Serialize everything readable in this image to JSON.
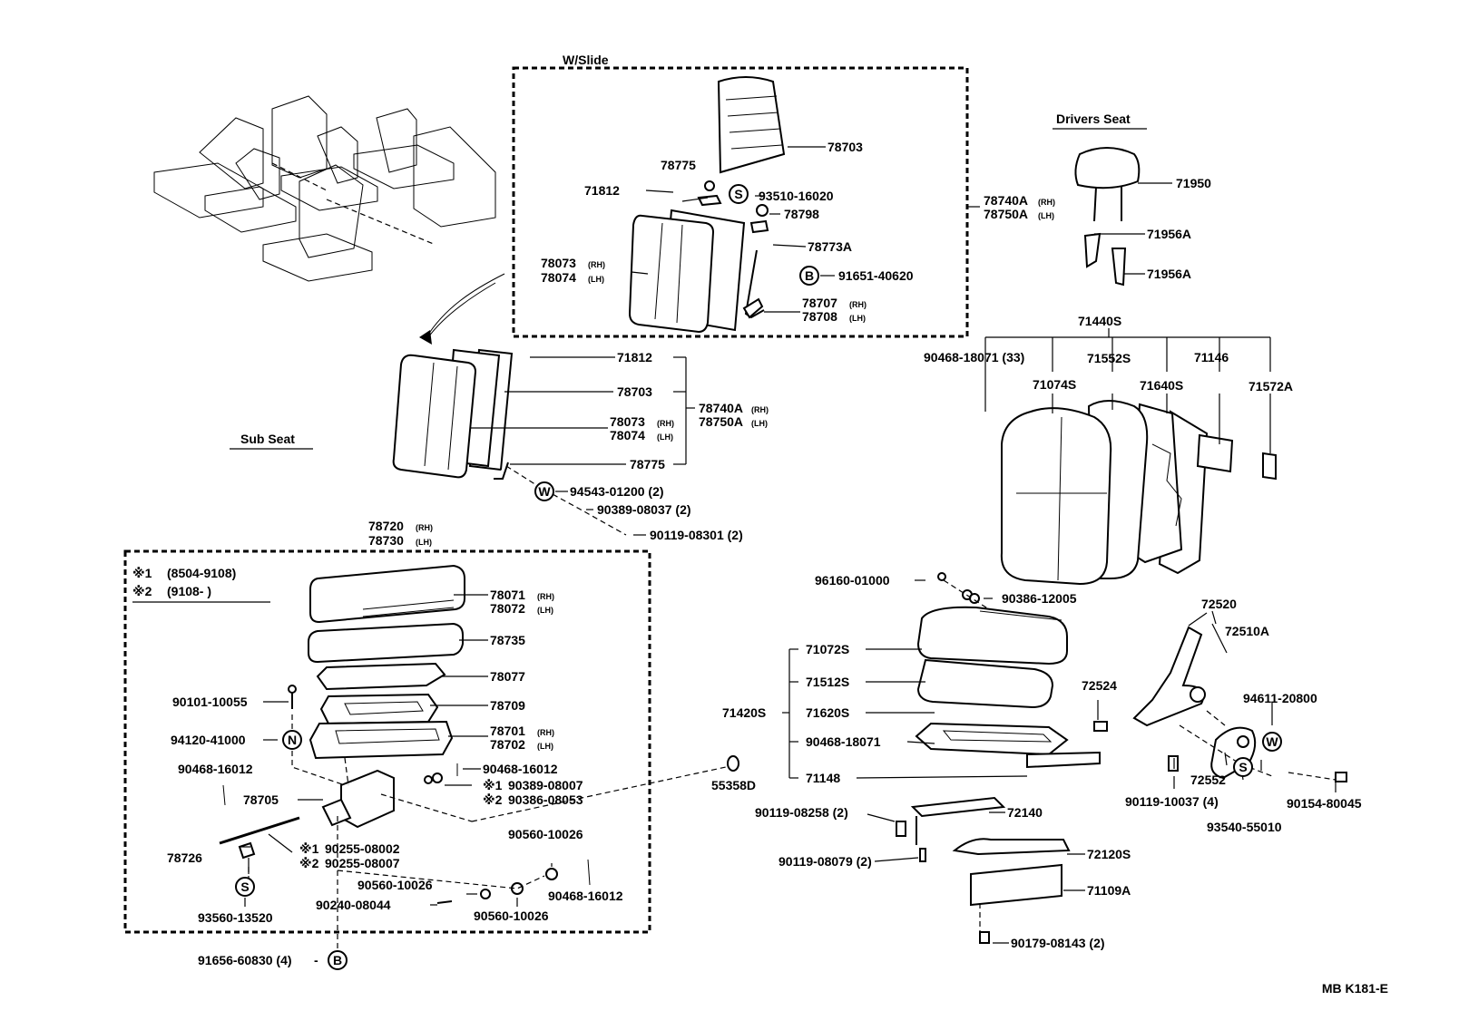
{
  "sections": {
    "w_slide": "W/Slide",
    "drivers_seat": "Drivers Seat",
    "sub_seat": "Sub Seat"
  },
  "footer_code": "MB K181-E",
  "legend": {
    "note1_mark": "※1",
    "note1_range": "(8504-9108)",
    "note2_mark": "※2",
    "note2_range": "(9108-        )"
  },
  "markers": {
    "S": "S",
    "B": "B",
    "W": "W",
    "N": "N"
  },
  "labels": {
    "p78703_top": "78703",
    "p78775_top": "78775",
    "p71812_top": "71812",
    "p93510": "93510-16020",
    "p78798": "78798",
    "p78773A": "78773A",
    "p78073_top": "78073",
    "p78074_top": "78074",
    "p91651": "91651-40620",
    "p78707": "78707",
    "p78708": "78708",
    "p78740A_top": "78740A",
    "p78750A_top": "78750A",
    "p71950": "71950",
    "p71956A_1": "71956A",
    "p71956A_2": "71956A",
    "p71440S": "71440S",
    "p90468_18071_33": "90468-18071 (33)",
    "p71552S": "71552S",
    "p71146": "71146",
    "p71074S": "71074S",
    "p71640S": "71640S",
    "p71572A": "71572A",
    "p71812_mid": "71812",
    "p78703_mid": "78703",
    "p78740A_mid": "78740A",
    "p78750A_mid": "78750A",
    "p78073_mid": "78073",
    "p78074_mid": "78074",
    "p78775_mid": "78775",
    "p94543": "94543-01200 (2)",
    "p90389_08037": "90389-08037 (2)",
    "p90119_08301": "90119-08301 (2)",
    "p78720": "78720",
    "p78730": "78730",
    "p78071": "78071",
    "p78072": "78072",
    "p78735": "78735",
    "p78077": "78077",
    "p90101": "90101-10055",
    "p78709": "78709",
    "p78701": "78701",
    "p78702": "78702",
    "p94120": "94120-41000",
    "p90468_16012_a": "90468-16012",
    "p90468_16012_b": "90468-16012",
    "p90389_08007": "90389-08007",
    "p90386_08053": "90386-08053",
    "p55358D": "55358D",
    "p78705": "78705",
    "p90560_a": "90560-10026",
    "p90255_08002": "90255-08002",
    "p90255_08007": "90255-08007",
    "p78726": "78726",
    "p90560_b": "90560-10026",
    "p90468_16012_c": "90468-16012",
    "p90240": "90240-08044",
    "p90560_c": "90560-10026",
    "p93560": "93560-13520",
    "p91656": "91656-60830 (4)",
    "p96160": "96160-01000",
    "p90386_12005": "90386-12005",
    "p72520": "72520",
    "p72510A": "72510A",
    "p71072S": "71072S",
    "p71512S": "71512S",
    "p72524": "72524",
    "p94611": "94611-20800",
    "p71420S": "71420S",
    "p71620S": "71620S",
    "p90468_18071": "90468-18071",
    "p72552": "72552",
    "p71148": "71148",
    "p90119_10037": "90119-10037 (4)",
    "p90154": "90154-80045",
    "p90119_08258": "90119-08258 (2)",
    "p72140": "72140",
    "p93540": "93540-55010",
    "p72120S": "72120S",
    "p90119_08079": "90119-08079 (2)",
    "p71109A": "71109A",
    "p90179": "90179-08143 (2)"
  },
  "side": {
    "rh": "(RH)",
    "lh": "(LH)"
  }
}
